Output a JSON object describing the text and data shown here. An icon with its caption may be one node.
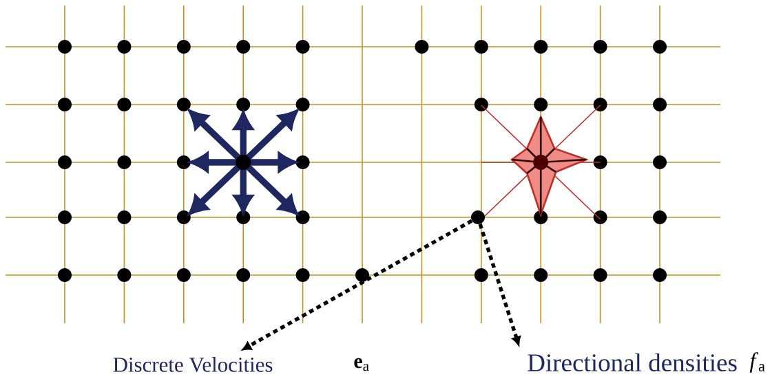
{
  "diagram": {
    "nodes": [
      {
        "text": [
          "Discrete Velocities"
        ]
      },
      {
        "text": [
          "Directional densities"
        ]
      },
      {
        "text": [],
        "shape": "circle"
      }
    ],
    "edges": [
      {
        "from": 2,
        "to": 0,
        "arrow": "to",
        "style": "dashed"
      },
      {
        "from": 2,
        "to": 1,
        "arrow": "to",
        "style": "dashed"
      }
    ],
    "labels": [
      "**e**$_{a}$",
      "*f*$_{a}$"
    ]
  }
}
